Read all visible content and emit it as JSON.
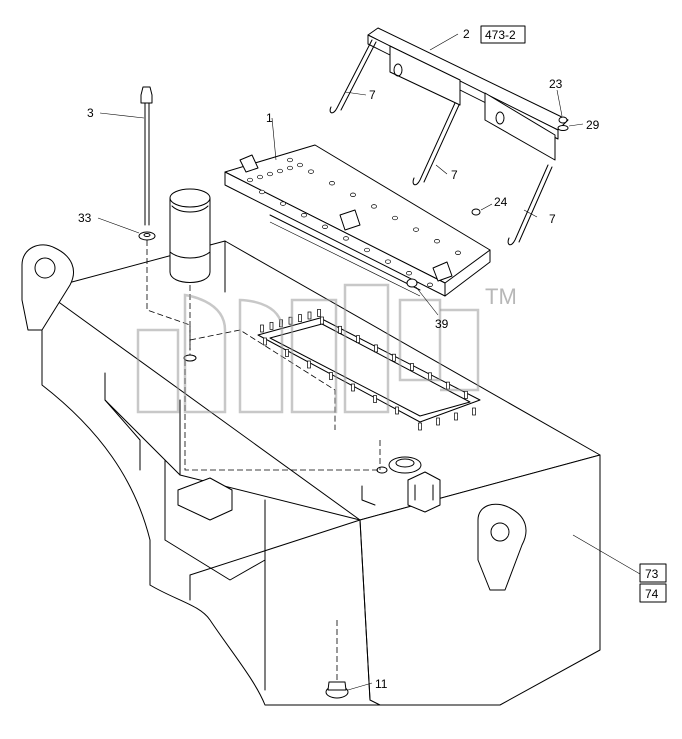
{
  "callouts": {
    "c1": "1",
    "c2": "2",
    "c3": "3",
    "c7a": "7",
    "c7b": "7",
    "c7c": "7",
    "c11": "11",
    "c23": "23",
    "c24": "24",
    "c29": "29",
    "c33": "33",
    "c39": "39"
  },
  "references": {
    "r4732": "473-2",
    "r73": "73",
    "r74": "74"
  },
  "watermark": {
    "tm": "TM"
  }
}
